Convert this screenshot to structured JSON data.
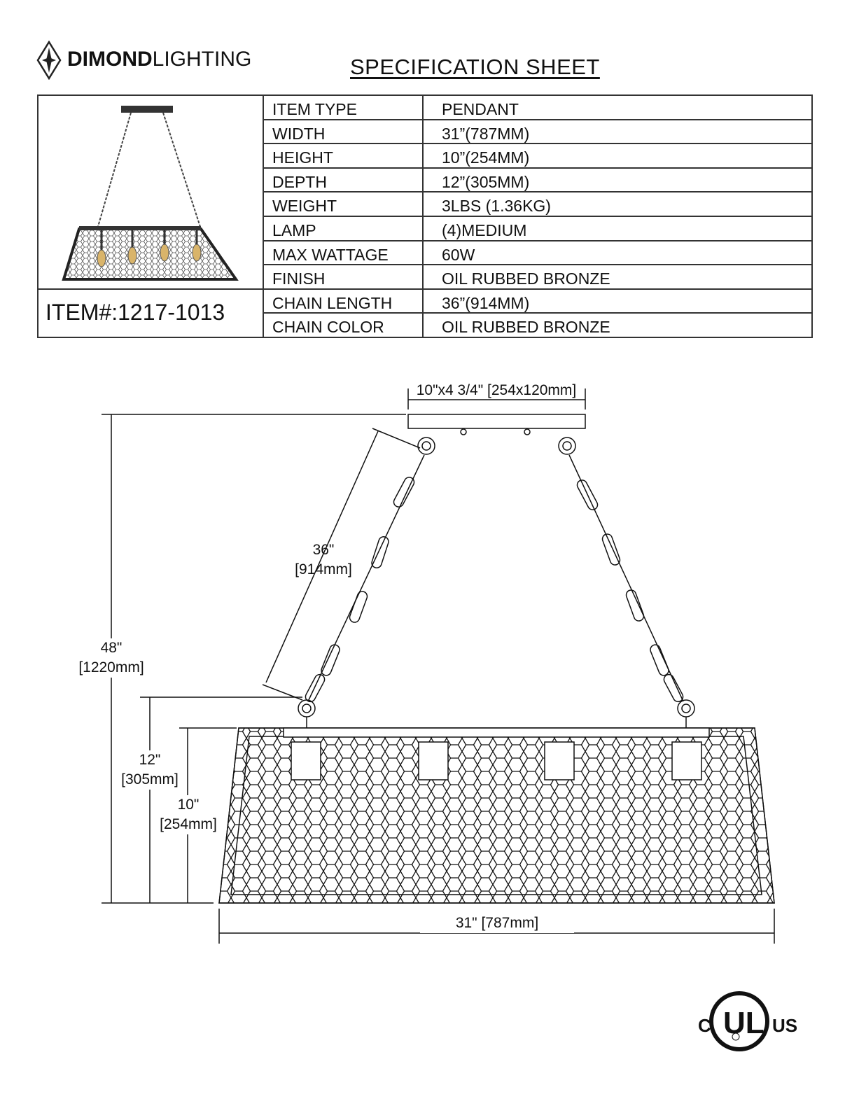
{
  "brand": {
    "bold": "DIMOND",
    "light": "LIGHTING"
  },
  "title": "SPECIFICATION  SHEET",
  "item_label": "ITEM#:1217-1013",
  "specs": [
    {
      "key": "ITEM TYPE",
      "value": "PENDANT"
    },
    {
      "key": "WIDTH",
      "value": "31”(787MM)"
    },
    {
      "key": "HEIGHT",
      "value": "10”(254MM)"
    },
    {
      "key": "DEPTH",
      "value": "12”(305MM)"
    },
    {
      "key": "WEIGHT",
      "value": "3LBS (1.36KG)"
    },
    {
      "key": "LAMP",
      "value": "(4)MEDIUM"
    },
    {
      "key": "MAX WATTAGE",
      "value": "60W"
    },
    {
      "key": "FINISH",
      "value": "OIL RUBBED BRONZE"
    },
    {
      "key": "CHAIN LENGTH",
      "value": "36”(914MM)"
    },
    {
      "key": "CHAIN COLOR",
      "value": "OIL RUBBED BRONZE"
    }
  ],
  "dimensions": {
    "canopy": "10\"x4 3/4\" [254x120mm]",
    "chain_in": "36\"",
    "chain_mm": "[914mm]",
    "overall_in": "48\"",
    "overall_mm": "[1220mm]",
    "depth_in": "12\"",
    "depth_mm": "[305mm]",
    "height_in": "10\"",
    "height_mm": "[254mm]",
    "width": "31\" [787mm]"
  },
  "certification": {
    "left": "C",
    "center": "UL",
    "right": "US"
  }
}
